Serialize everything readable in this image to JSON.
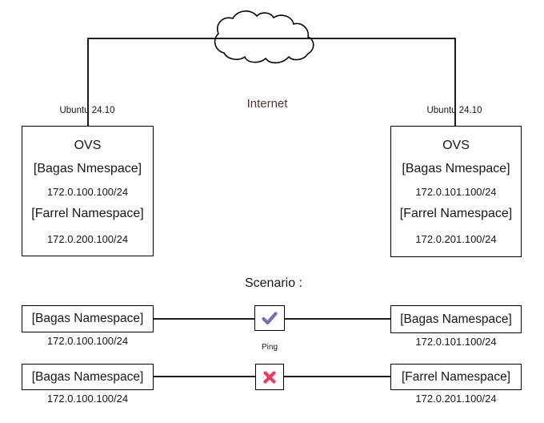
{
  "colors": {
    "check": "#7e6cb3",
    "cross": "#ee3b64",
    "internet_text": "#5a3232",
    "line": "#000000"
  },
  "internet": {
    "label": "Internet"
  },
  "hosts": [
    {
      "os_label": "Ubuntu 24.10",
      "title": "OVS",
      "namespaces": [
        {
          "name": "[Bagas Nmespace]",
          "ip": "172.0.100.100/24"
        },
        {
          "name": "[Farrel Namespace]",
          "ip": "172.0.200.100/24"
        }
      ]
    },
    {
      "os_label": "Ubuntu 24.10",
      "title": "OVS",
      "namespaces": [
        {
          "name": "[Bagas Nmespace]",
          "ip": "172.0.101.100/24"
        },
        {
          "name": "[Farrel Namespace]",
          "ip": "172.0.201.100/24"
        }
      ]
    }
  ],
  "scenario": {
    "title": "Scenario :",
    "rows": [
      {
        "source": {
          "label": "[Bagas Namespace]",
          "ip": "172.0.100.100/24"
        },
        "target": {
          "label": "[Bagas Namespace]",
          "ip": "172.0.101.100/24"
        },
        "result": "success",
        "caption": "Ping"
      },
      {
        "source": {
          "label": "[Bagas Namespace]",
          "ip": "172.0.100.100/24"
        },
        "target": {
          "label": "[Farrel Namespace]",
          "ip": "172.0.201.100/24"
        },
        "result": "fail",
        "caption": ""
      }
    ]
  }
}
